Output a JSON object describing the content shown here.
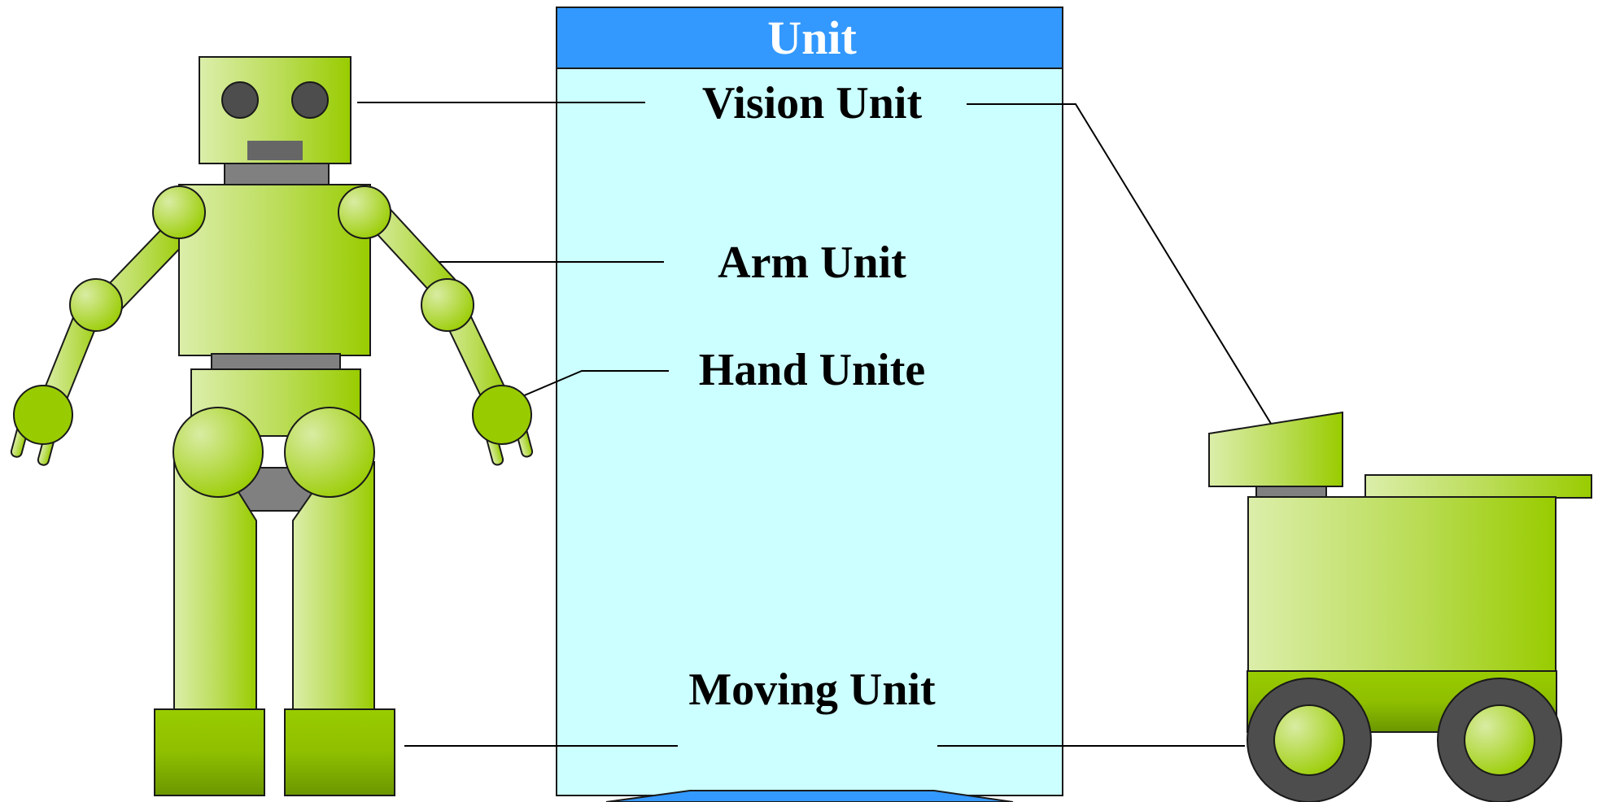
{
  "diagram": {
    "title": "Unit",
    "labels": {
      "vision": "Vision Unit",
      "arm": "Arm Unit",
      "hand": "Hand Unite",
      "moving": "Moving Unit"
    }
  },
  "colors": {
    "panel_header": "#3399ff",
    "panel_body": "#ccffff",
    "robot_green": "#99cc00",
    "robot_light": "#d9eca3",
    "joint_gray": "#808080",
    "wheel_dark": "#4d4d4d"
  }
}
